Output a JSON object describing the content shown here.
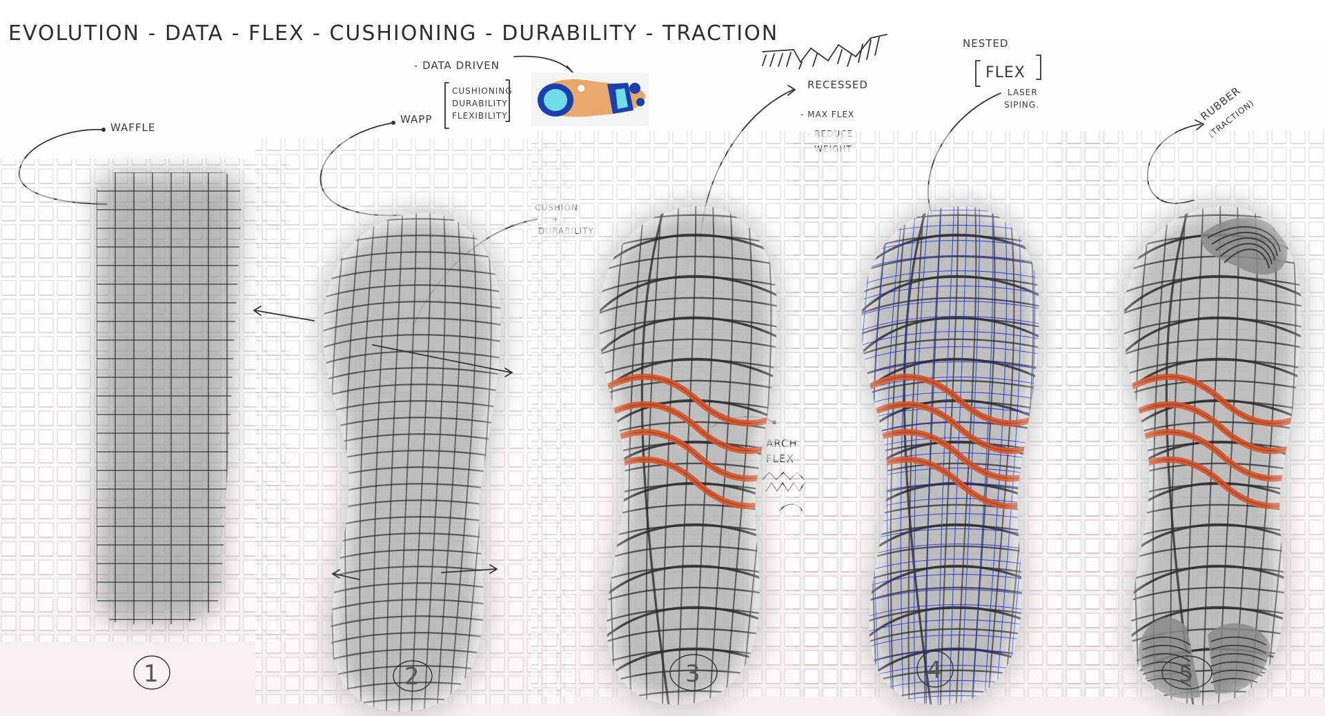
{
  "title": "EVOLUTION - DATA - FLEX - CUSHIONING - DURABILITY - TRACTION",
  "annotations": {
    "data_driven": "- DATA DRIVEN",
    "wapp": "WAPP",
    "wapp_list": [
      "CUSHIONING",
      "DURABILITY",
      "FLEXIBILITY"
    ],
    "waffle": "WAFFLE",
    "cushion_durability": [
      "CUSHION",
      "+",
      "DURABILITY"
    ],
    "recessed": [
      "RECESSED",
      "- MAX FLEX",
      "- REDUCE",
      "WEIGHT"
    ],
    "nested": "NESTED",
    "flex": "FLEX",
    "laser_siping": [
      "LASER",
      "SIPING."
    ],
    "arch_flex": [
      "ARCH",
      "FLEX"
    ],
    "rubber_traction": [
      "RUBBER",
      "(TRACTION)"
    ]
  },
  "steps": [
    "1",
    "2",
    "3",
    "4",
    "5"
  ],
  "colors": {
    "arch_flex": "#d4552b",
    "siping": "#2233dd",
    "heatmap_orange": "#e8a868",
    "heatmap_blue": "#1a3fb0",
    "heatmap_cyan": "#6fdde8"
  }
}
